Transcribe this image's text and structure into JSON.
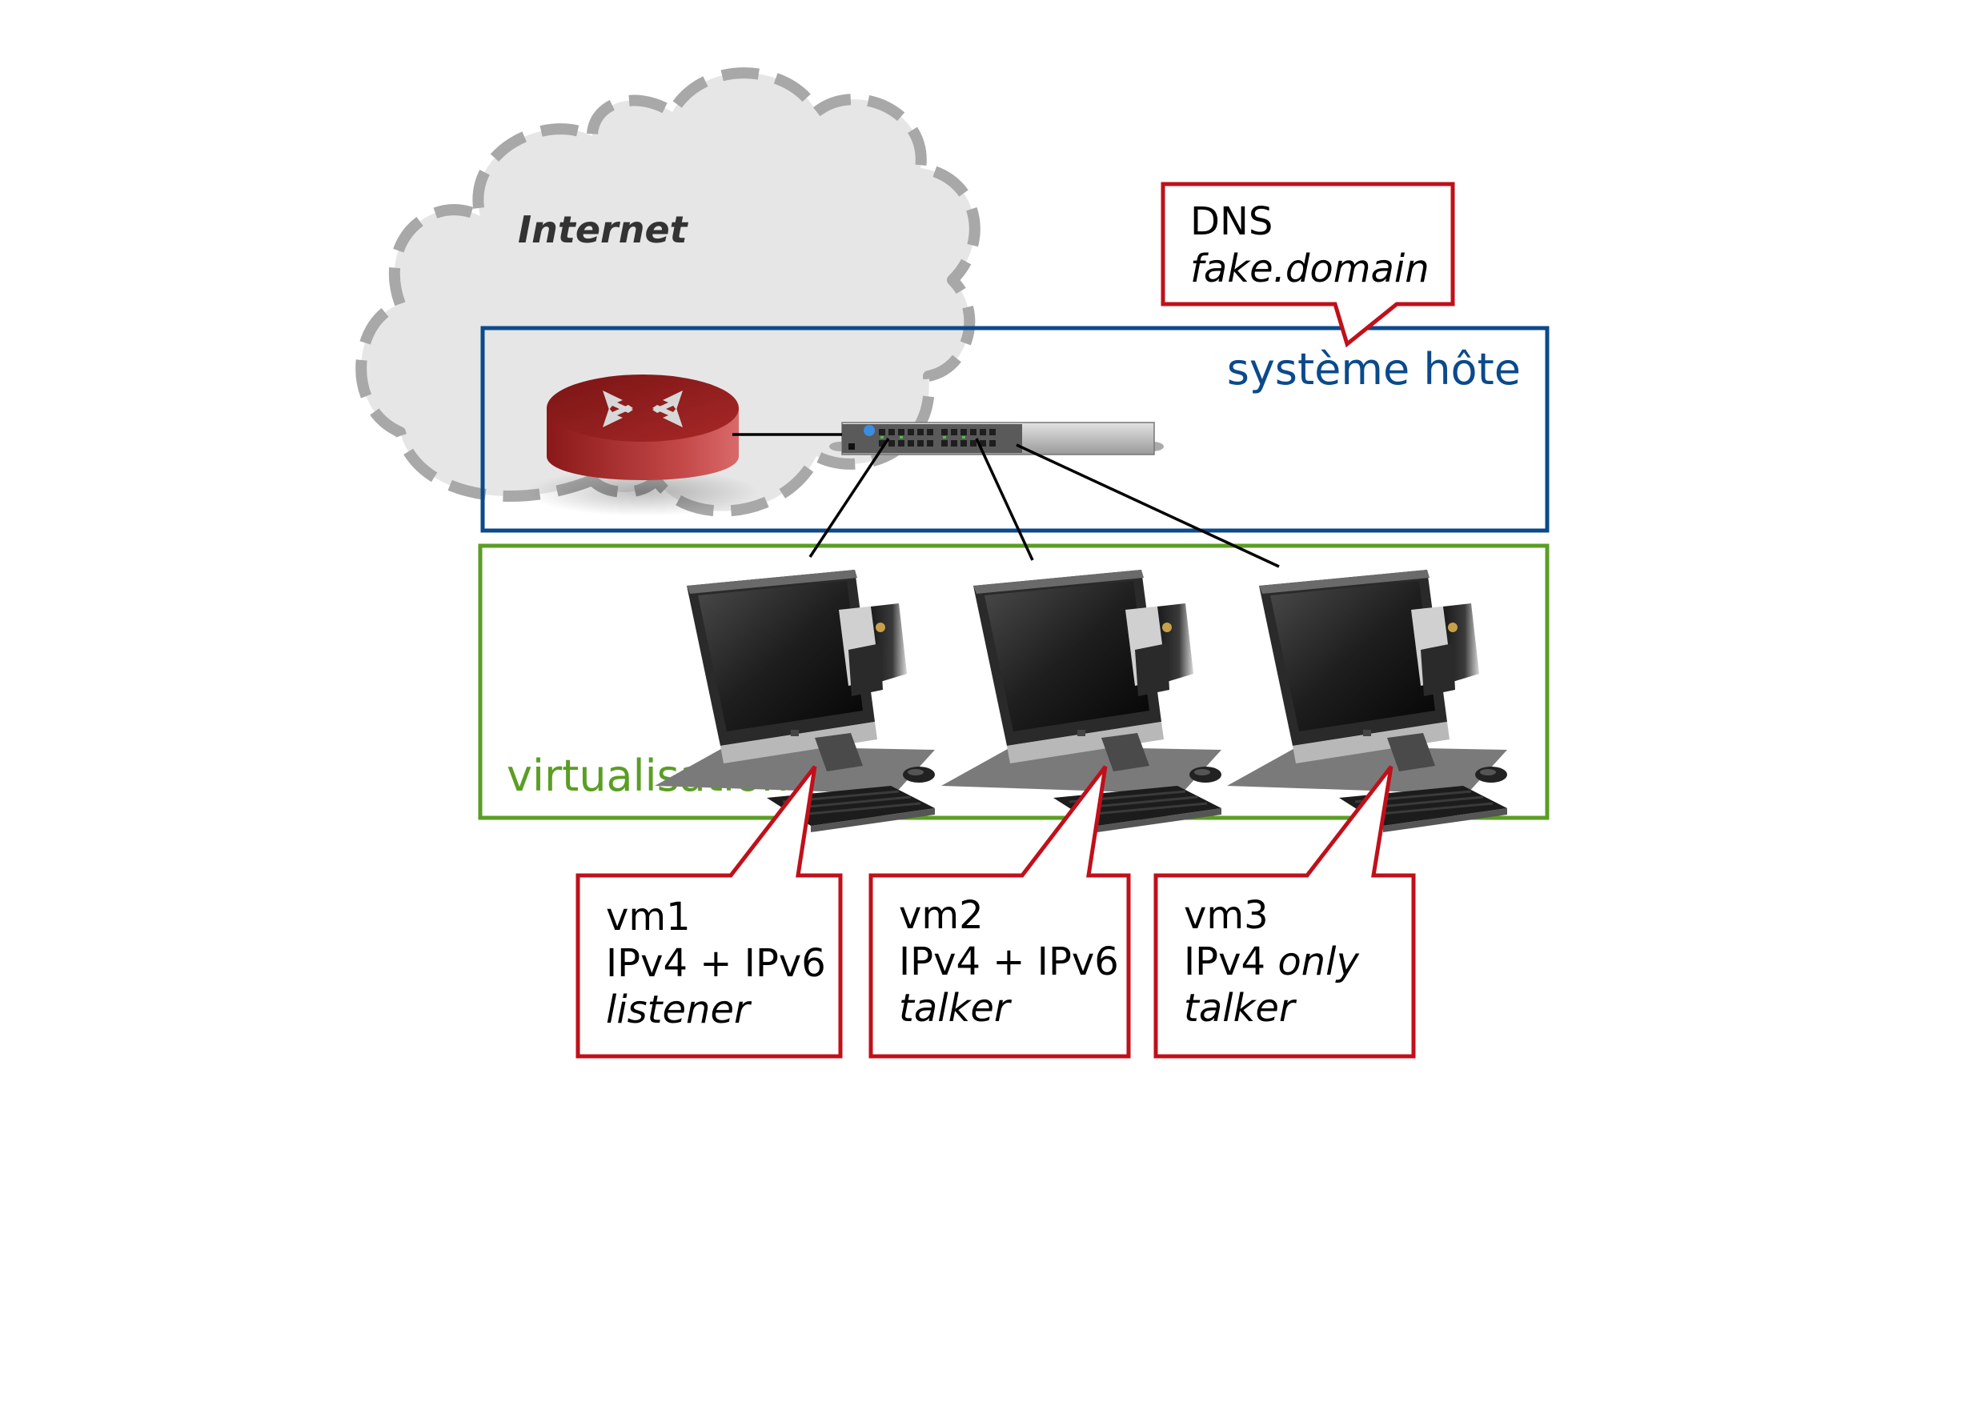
{
  "cloud": {
    "label": "Internet"
  },
  "host": {
    "label": "système hôte",
    "color": "#0b4a8b"
  },
  "virtualization": {
    "label": "virtualisation",
    "color": "#5a9e23"
  },
  "callout_color": "#c0101a",
  "dns": {
    "line1": "DNS",
    "line2": "fake.domain"
  },
  "vms": [
    {
      "name": "vm1",
      "line2": "IPv4 + IPv6",
      "line2_italic": "",
      "line3": "listener"
    },
    {
      "name": "vm2",
      "line2": "IPv4 + IPv6",
      "line2_italic": "",
      "line3": "talker"
    },
    {
      "name": "vm3",
      "line2": "IPv4 ",
      "line2_italic": "only",
      "line3": "talker"
    }
  ],
  "icons": [
    "router-icon",
    "switch-icon",
    "desktop-computer-icon",
    "cloud-icon"
  ]
}
